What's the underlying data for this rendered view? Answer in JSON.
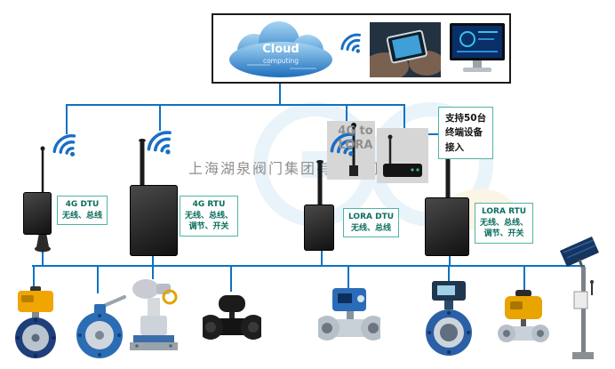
{
  "watermark": {
    "company": "上海湖泉阀门集团有限公司"
  },
  "cloud": {
    "title": "Cloud",
    "subtitle": "computing"
  },
  "gateway": {
    "line1": "4G to",
    "line2": "LORA"
  },
  "callout": {
    "line1": "支持50台",
    "line2": "终端设备",
    "line3": "接入"
  },
  "devices": [
    {
      "name": "4G DTU",
      "desc1": "无线、总线"
    },
    {
      "name": "4G RTU",
      "desc1": "无线、总线、",
      "desc2": "调节、开关"
    },
    {
      "name": "LORA DTU",
      "desc1": "无线、总线"
    },
    {
      "name": "LORA RTU",
      "desc1": "无线、总线、",
      "desc2": "调节、开关"
    }
  ],
  "icons": {
    "wifi": "wifi-signal-icon",
    "antenna": "whip-antenna-icon",
    "cloud": "cloud-computing-icon",
    "phone": "hand-holding-phone-photo",
    "monitor": "desktop-computer-photo",
    "router": "lora-gateway-router-photo"
  },
  "products": [
    {
      "name": "electric-butterfly-valve-yellow-actuator"
    },
    {
      "name": "manual-butterfly-valve-blue"
    },
    {
      "name": "electric-gate-valve"
    },
    {
      "name": "electric-ball-valve-black"
    },
    {
      "name": "electric-ball-valve-blue-actuator"
    },
    {
      "name": "electromagnetic-flowmeter"
    },
    {
      "name": "electric-valve-yellow-actuator"
    },
    {
      "name": "solar-powered-telemetry-pole"
    }
  ],
  "colors": {
    "line_blue": "#0b72c4",
    "label_border": "#53b3a5",
    "label_text": "#0d6e5f",
    "wifi_blue": "#1a6fc4"
  }
}
